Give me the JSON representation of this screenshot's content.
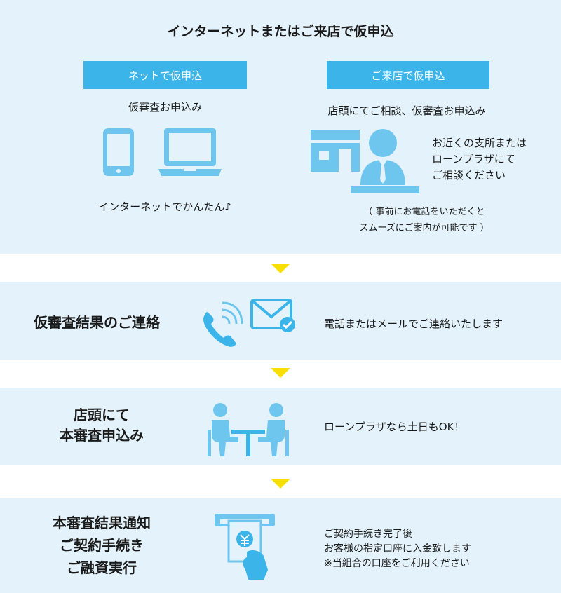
{
  "header": {
    "title": "インターネットまたはご来店で仮申込"
  },
  "net": {
    "tab_label": "ネットで仮申込",
    "subtitle": "仮審査お申込み",
    "caption": "インターネットでかんたん♪"
  },
  "store": {
    "tab_label": "ご来店で仮申込",
    "subtitle": "店頭にてご相談、仮審査お申込み",
    "side_text": [
      "お近くの支所または",
      "ローンプラザにて",
      "ご相談ください"
    ],
    "note": [
      "（ 事前にお電話をいただくと",
      "スムーズにご案内が可能です ）"
    ]
  },
  "steps": [
    {
      "title": [
        "仮審査結果のご連絡"
      ],
      "desc": [
        "電話またはメールでご連絡いたします"
      ]
    },
    {
      "title": [
        "店頭にて",
        "本審査申込み"
      ],
      "desc": [
        "ローンプラザなら土日もOK！"
      ]
    },
    {
      "title": [
        "本審査結果通知",
        "ご契約手続き",
        "ご融資実行"
      ],
      "desc": [
        "ご契約手続き完了後",
        "お客様の指定口座に入金致します",
        "※当組合の口座をご利用ください"
      ]
    }
  ],
  "colors": {
    "panel_bg": "#e4f3fb",
    "accent_blue": "#3bb4ea",
    "icon_blue": "#6ec6ef",
    "arrow_yellow": "#f7e000"
  },
  "icons": [
    "smartphone-icon",
    "laptop-icon",
    "store-icon",
    "staff-icon",
    "phone-icon",
    "envelope-check-icon",
    "meeting-icon",
    "atm-cash-icon"
  ]
}
